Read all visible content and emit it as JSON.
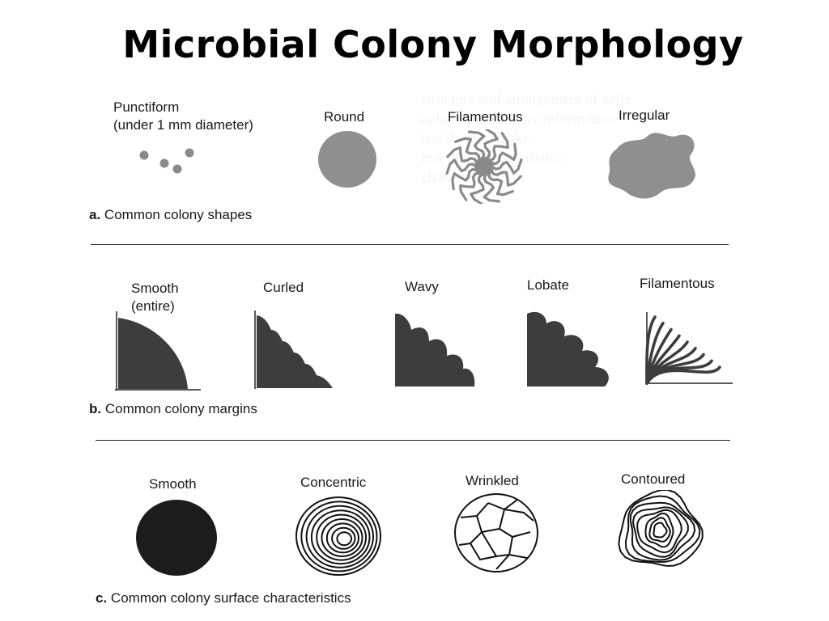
{
  "title": "Microbial Colony Morphology",
  "section_a": {
    "letter": "a.",
    "caption": "Common colony shapes",
    "items": [
      {
        "label": "Punctiform\n(under 1 mm diameter)",
        "icon": "punctiform-icon"
      },
      {
        "label": "Round",
        "icon": "round-colony-icon"
      },
      {
        "label": "Filamentous",
        "icon": "filamentous-colony-icon"
      },
      {
        "label": "Irregular",
        "icon": "irregular-colony-icon"
      }
    ]
  },
  "section_b": {
    "letter": "b.",
    "caption": "Common colony margins",
    "items": [
      {
        "label": "Smooth\n(entire)",
        "icon": "smooth-margin-icon"
      },
      {
        "label": "Curled",
        "icon": "curled-margin-icon"
      },
      {
        "label": "Wavy",
        "icon": "wavy-margin-icon"
      },
      {
        "label": "Lobate",
        "icon": "lobate-margin-icon"
      },
      {
        "label": "Filamentous",
        "icon": "filamentous-margin-icon"
      }
    ]
  },
  "section_c": {
    "letter": "c.",
    "caption": "Common colony surface characteristics",
    "items": [
      {
        "label": "Smooth",
        "icon": "smooth-surface-icon"
      },
      {
        "label": "Concentric",
        "icon": "concentric-surface-icon"
      },
      {
        "label": "Wrinkled",
        "icon": "wrinkled-surface-icon"
      },
      {
        "label": "Contoured",
        "icon": "contoured-surface-icon"
      }
    ]
  },
  "colors": {
    "stipple": "#8a8a8a",
    "dark": "#3a3a3a",
    "ink": "#111111"
  }
}
